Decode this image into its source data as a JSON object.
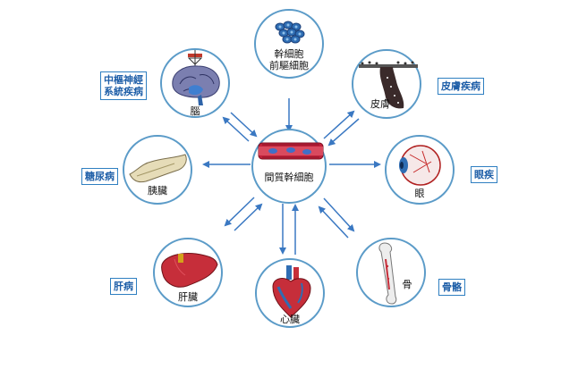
{
  "colors": {
    "circle_border": "#5b9bc8",
    "arrow": "#3a78c2",
    "box_border": "#2f7fc1",
    "box_text": "#1f5fa8"
  },
  "center": {
    "label": "間質幹細胞",
    "icon": "blood-vessel-icon"
  },
  "nodes": [
    {
      "id": "top",
      "label_line1": "幹細胞",
      "label_line2": "前驅細胞",
      "icon": "stem-cell-cluster-icon"
    },
    {
      "id": "brain",
      "label": "腦",
      "icon": "brain-icon"
    },
    {
      "id": "skin",
      "label": "皮膚",
      "icon": "skin-tissue-icon"
    },
    {
      "id": "pancreas",
      "label": "胰臟",
      "icon": "pancreas-icon"
    },
    {
      "id": "eye",
      "label": "眼",
      "icon": "eye-icon"
    },
    {
      "id": "liver",
      "label": "肝臟",
      "icon": "liver-icon"
    },
    {
      "id": "heart",
      "label": "心臟",
      "icon": "heart-icon"
    },
    {
      "id": "bone",
      "label": "骨",
      "icon": "bone-icon"
    }
  ],
  "categories": {
    "neuro_line1": "中樞神經",
    "neuro_line2": "系統疾病",
    "skin": "皮膚疾病",
    "diabetes": "糖尿病",
    "eye": "眼疾",
    "liver": "肝病",
    "bone": "骨骼"
  }
}
